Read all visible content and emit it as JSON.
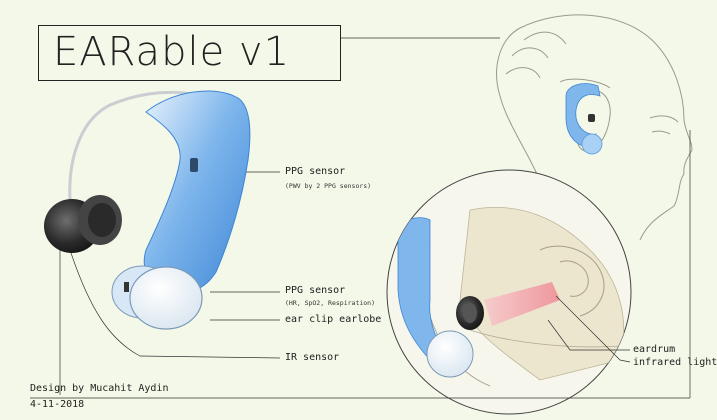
{
  "title": "EARable v1",
  "labels": {
    "ppg_top": "PPG sensor",
    "ppg_top_note": "(PWV by 2 PPG sensors)",
    "ppg_bottom": "PPG sensor",
    "ppg_bottom_note": "(HR, SpO2, Respiration)",
    "ear_clip": "ear clip earlobe",
    "ir_sensor": "IR sensor",
    "eardrum": "eardrum",
    "infrared_light": "infrared light"
  },
  "credit": {
    "designer": "Design by Mucahit Aydin",
    "date": "4-11-2018"
  },
  "colors": {
    "background": "#f4f8e8",
    "device_blue": "#8fc0ee",
    "earbud_dark": "#2a2a2a",
    "infrared": "#f0a3a8",
    "line": "#333333"
  }
}
